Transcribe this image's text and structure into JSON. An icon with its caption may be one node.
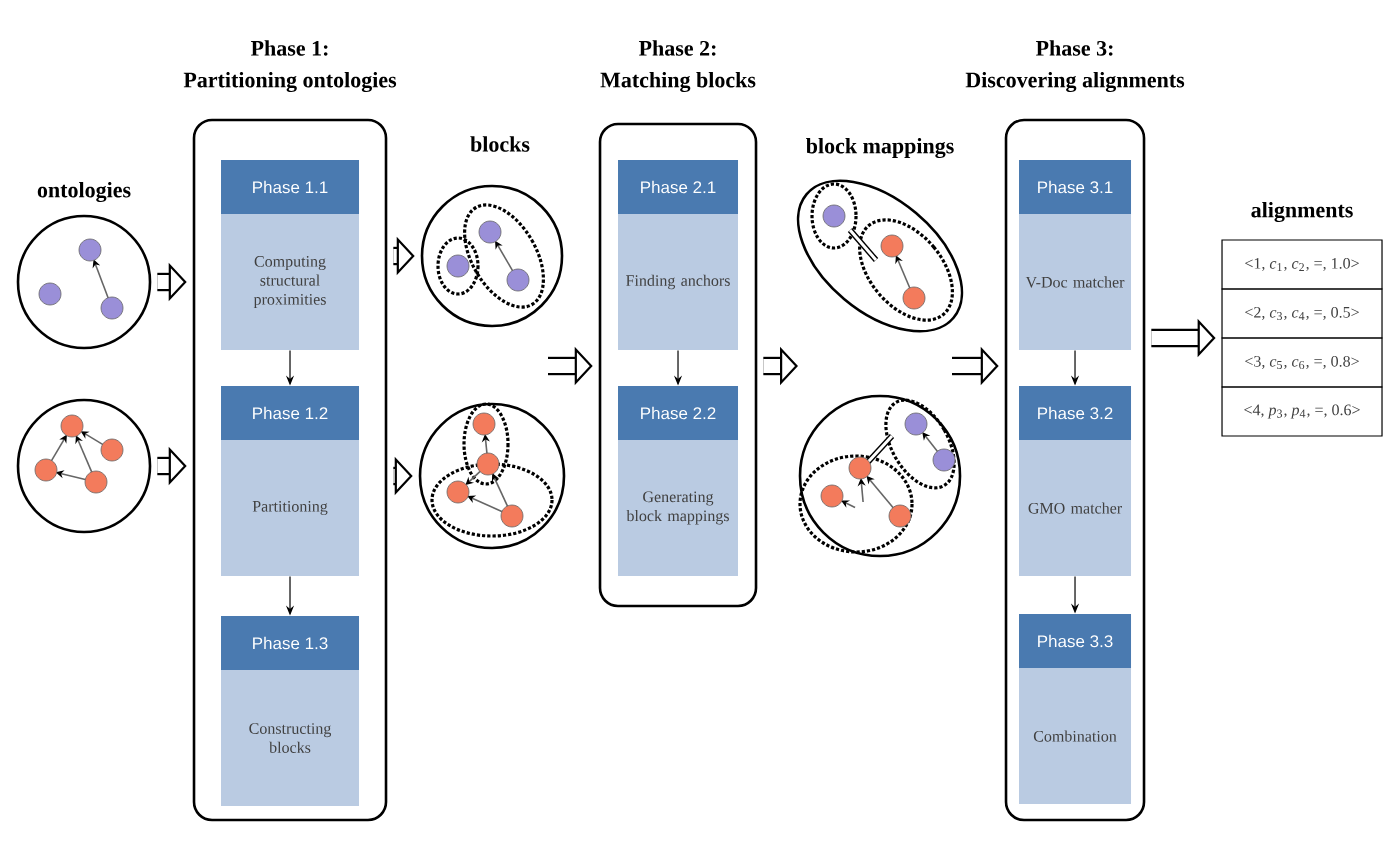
{
  "diagram": {
    "nodes": [
      {
        "text": [],
        "shape": "circle"
      },
      {
        "text": [],
        "shape": "circle"
      },
      {
        "text": [
          "Phase 1:",
          "Partitioning ontologies"
        ]
      },
      {
        "text": [
          "Phase 1.1",
          "Computing structural proximities"
        ],
        "in": 2
      },
      {
        "text": [
          "Phase 1.2",
          "Partitioning"
        ],
        "in": 2
      },
      {
        "text": [
          "Phase 1.3",
          "Constructing blocks"
        ],
        "in": 2
      },
      {
        "text": [],
        "shape": "circle"
      },
      {
        "text": [],
        "shape": "circle"
      },
      {
        "text": [
          "Phase 2:",
          "Matching blocks"
        ]
      },
      {
        "text": [
          "Phase 2.1",
          "Finding anchors"
        ],
        "in": 8
      },
      {
        "text": [
          "Phase 2.2",
          "Generating block mappings"
        ],
        "in": 8
      },
      {
        "text": [],
        "shape": "ellipse"
      },
      {
        "text": [],
        "shape": "circle"
      },
      {
        "text": [
          "Phase 3:",
          "Discovering alignments"
        ]
      },
      {
        "text": [
          "Phase 3.1",
          "V-Doc matcher"
        ],
        "in": 13
      },
      {
        "text": [
          "Phase 3.2",
          "GMO matcher"
        ],
        "in": 13
      },
      {
        "text": [
          "Phase 3.3",
          "Combination"
        ],
        "in": 13
      },
      {
        "text": [
          "alignments",
          "<1, *c*$_{1}$, *c*$_{2}$, =, 1.0>",
          "<2, *c*$_{3}$, *c*$_{4}$, =, 0.5>",
          "<3, *c*$_{5}$, *c*$_{6}$, =, 0.8>",
          "<4, *p*$_{3}$, *p*$_{4}$, =, 0.6>"
        ]
      }
    ],
    "edges": [
      {
        "from": 0,
        "to": 2,
        "arrow": "to"
      },
      {
        "from": 1,
        "to": 2,
        "arrow": "to"
      },
      {
        "from": 2,
        "to": 6,
        "arrow": "to"
      },
      {
        "from": 2,
        "to": 7,
        "arrow": "to"
      },
      {
        "from": null,
        "to": 8,
        "arrow": "to"
      },
      {
        "from": 8,
        "to": null,
        "arrow": "to"
      },
      {
        "from": null,
        "to": 13,
        "arrow": "to"
      },
      {
        "from": 13,
        "to": 17,
        "arrow": "to"
      },
      {
        "from": 3,
        "to": 4,
        "arrow": "to"
      },
      {
        "from": 4,
        "to": 5,
        "arrow": "to"
      },
      {
        "from": 9,
        "to": 10,
        "arrow": "to"
      },
      {
        "from": 14,
        "to": 15,
        "arrow": "to"
      },
      {
        "from": 15,
        "to": 16,
        "arrow": "to"
      }
    ],
    "labels": [
      "ontologies",
      "blocks",
      "block mappings"
    ]
  }
}
